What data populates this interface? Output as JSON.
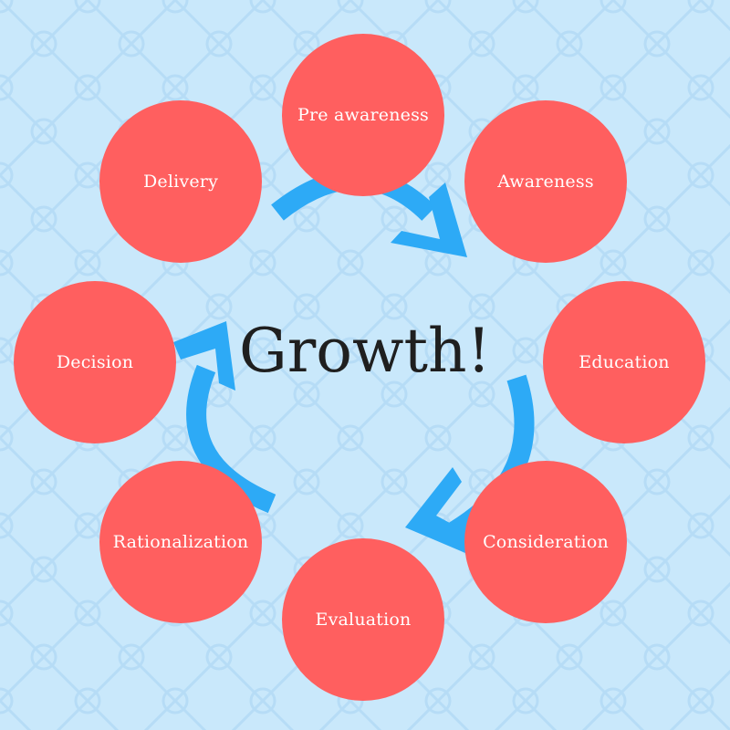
{
  "title": "Growth!",
  "colors": {
    "background": "#c9e8fb",
    "pattern": "#b6dcf6",
    "node": "#ff5f5f",
    "arrow": "#2daaf6",
    "title": "#1f1f1f"
  },
  "stages": [
    {
      "label": "Pre awareness"
    },
    {
      "label": "Awareness"
    },
    {
      "label": "Education"
    },
    {
      "label": "Consideration"
    },
    {
      "label": "Evaluation"
    },
    {
      "label": "Rationalization"
    },
    {
      "label": "Decision"
    },
    {
      "label": "Delivery"
    }
  ]
}
